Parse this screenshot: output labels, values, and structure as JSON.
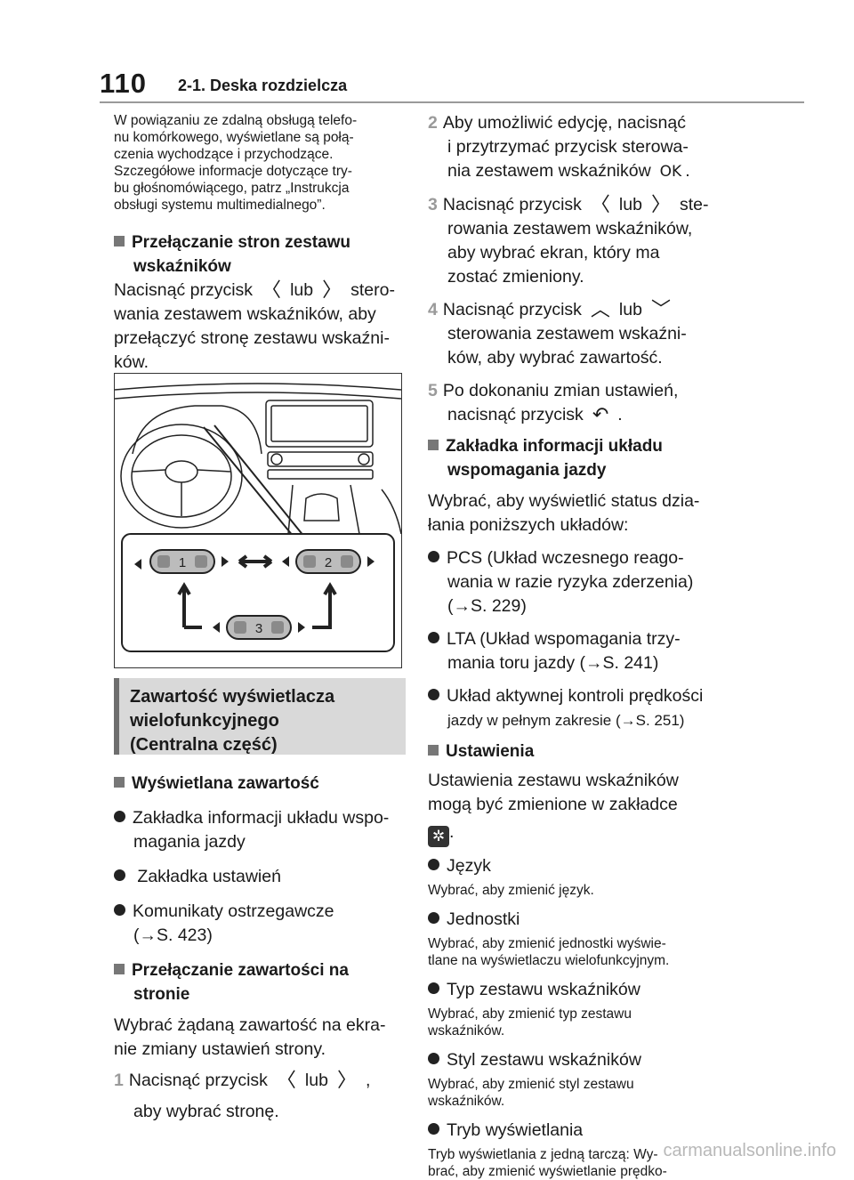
{
  "header": {
    "page_number": "110",
    "section": "2-1. Deska rozdzielcza"
  },
  "left": {
    "intro": [
      "W powiązaniu ze zdalną obsługą telefo-",
      "nu komórkowego, wyświetlane są połą-",
      "czenia wychodzące i przychodzące.",
      "Szczegółowe informacje dotyczące try-",
      "bu głośnomówiącego, patrz „Instrukcja",
      "obsługi systemu multimedialnego”."
    ],
    "h1": [
      "Przełączanie stron zestawu",
      "wskaźników"
    ],
    "p1a": "Nacisnąć przycisk",
    "p1b": "lub",
    "p1c": "stero-",
    "p1rest": [
      "wania zestawem wskaźników, aby",
      "przełączyć stronę zestawu wskaźni-",
      "ków."
    ],
    "illus_labels": [
      "1",
      "2",
      "3"
    ],
    "box_title": [
      "Zawartość wyświetlacza",
      "wielofunkcyjnego",
      "(Centralna część)"
    ],
    "h2": "Wyświetlana zawartość",
    "b1": [
      "Zakładka informacji układu wspo-",
      "magania jazdy"
    ],
    "b2": " Zakładka ustawień",
    "b3": [
      "Komunikaty ostrzegawcze",
      "(→S. 423)"
    ],
    "h3": [
      "Przełączanie zawartości na",
      "stronie"
    ],
    "p2": [
      "Wybrać żądaną zawartość na ekra-",
      "nie zmiany ustawień strony."
    ],
    "s1n": "1",
    "s1a": "Nacisnąć przycisk",
    "s1b": "lub",
    "s1c": ",",
    "s1d": "aby wybrać stronę."
  },
  "right": {
    "s2n": "2",
    "s2": [
      "Aby umożliwić edycję, nacisnąć",
      "i przytrzymać przycisk sterowa-",
      "nia zestawem wskaźników"
    ],
    "s2ok": "OK",
    "s2end": ".",
    "s3n": "3",
    "s3a": "Nacisnąć przycisk",
    "s3b": "lub",
    "s3c": "ste-",
    "s3rest": [
      "rowania zestawem wskaźników,",
      "aby wybrać ekran, który ma",
      "zostać zmieniony."
    ],
    "s4n": "4",
    "s4a": "Nacisnąć przycisk",
    "s4b": "lub",
    "s4rest": [
      "sterowania zestawem wskaźni-",
      "ków, aby wybrać zawartość."
    ],
    "s5n": "5",
    "s5a": "Po dokonaniu zmian ustawień,",
    "s5b": "nacisnąć przycisk",
    "s5end": ".",
    "h4": [
      "Zakładka informacji układu",
      "wspomagania jazdy"
    ],
    "p3": [
      "Wybrać, aby wyświetlić status dzia-",
      "łania poniższych układów:"
    ],
    "b4": [
      "PCS (Układ wczesnego reago-",
      "wania w razie ryzyka zderzenia)",
      "(→S. 229)"
    ],
    "b5": [
      "LTA (Układ wspomagania trzy-",
      "mania toru jazdy (→S. 241)"
    ],
    "b6": [
      "Układ aktywnej kontroli prędkości",
      "jazdy w pełnym zakresie (→S. 251)"
    ],
    "h5": "Ustawienia",
    "p4": [
      "Ustawienia zestawu wskaźników",
      "mogą być zmienione w zakładce"
    ],
    "p4end": ".",
    "b7": "Język",
    "b7d": "Wybrać, aby zmienić język.",
    "b8": "Jednostki",
    "b8d": [
      "Wybrać, aby zmienić jednostki wyświe-",
      "tlane na wyświetlaczu wielofunkcyjnym."
    ],
    "b9": "Typ zestawu wskaźników",
    "b9d": [
      "Wybrać, aby zmienić typ zestawu",
      "wskaźników."
    ],
    "b10": "Styl zestawu wskaźników",
    "b10d": [
      "Wybrać, aby zmienić styl zestawu",
      "wskaźników."
    ],
    "b11": "Tryb wyświetlania",
    "b11d": [
      "Tryb wyświetlania z jedną tarczą: Wy-",
      "brać, aby zmienić wyświetlanie prędko-"
    ]
  },
  "watermark": "carmanualsonline.info"
}
